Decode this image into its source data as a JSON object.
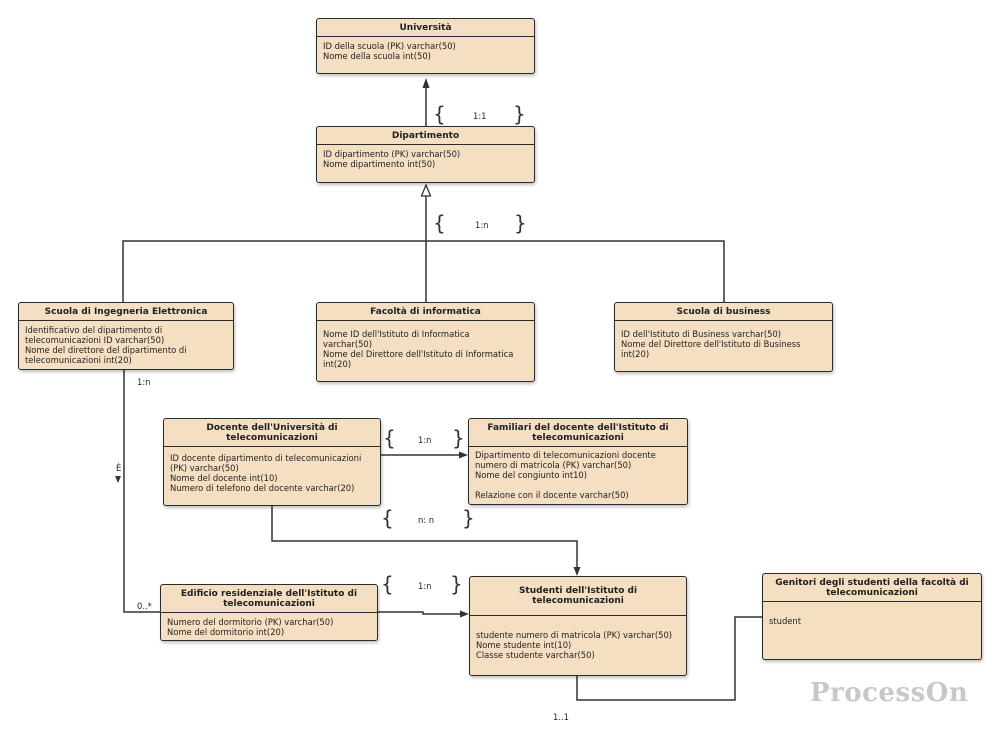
{
  "entities": {
    "universita": {
      "title": "Università",
      "attrs": [
        "ID della scuola (PK) varchar(50)",
        "Nome della scuola int(50)"
      ]
    },
    "dipartimento": {
      "title": "Dipartimento",
      "attrs": [
        "ID dipartimento (PK) varchar(50)",
        "Nome dipartimento int(50)"
      ]
    },
    "ingegneria": {
      "title": "Scuola di Ingegneria Elettronica",
      "attrs": [
        "Identificativo del dipartimento di",
        "telecomunicazioni ID varchar(50)",
        "Nome del direttore del dipartimento di",
        "telecomunicazioni int(20)"
      ]
    },
    "informatica": {
      "title": "Facoltà di informatica",
      "attrs": [
        "Nome ID dell'Istituto di Informatica",
        "varchar(50)",
        "Nome del Direttore dell'Istituto di Informatica",
        "int(20)"
      ]
    },
    "business": {
      "title": "Scuola di business",
      "attrs": [
        "ID dell'Istituto di Business varchar(50)",
        "Nome del Direttore dell'Istituto di Business",
        "int(20)"
      ]
    },
    "docente": {
      "title": [
        "Docente dell'Università di",
        "telecomunicazioni"
      ],
      "attrs": [
        "ID docente dipartimento di telecomunicazioni",
        "(PK) varchar(50)",
        "Nome del docente int(10)",
        "Numero di telefono del docente varchar(20)"
      ]
    },
    "familiari": {
      "title": [
        "Familiari del docente dell'Istituto di",
        "telecomunicazioni"
      ],
      "attrs": [
        "Dipartimento di telecomunicazioni docente",
        "numero di matricola (PK) varchar(50)",
        "Nome del congiunto int10)",
        "",
        "Relazione con il docente varchar(50)"
      ]
    },
    "edificio": {
      "title": [
        "Edificio residenziale dell'Istituto di",
        "telecomunicazioni"
      ],
      "attrs": [
        "Numero del dormitorio (PK) varchar(50)",
        "Nome del dormitorio int(20)"
      ]
    },
    "studenti": {
      "title": "Studenti dell'Istituto di telecomunicazioni",
      "attrs": [
        "",
        "studente numero di matricola (PK) varchar(50)",
        "Nome studente int(10)",
        "Classe studente varchar(50)"
      ]
    },
    "genitori": {
      "title": [
        "Genitori degli studenti della facoltà di",
        "telecomunicazioni"
      ],
      "attrs": [
        "",
        "student"
      ]
    }
  },
  "labels": {
    "rel_uni_dip": "1:1",
    "rel_dip_schools": "1:n",
    "rel_ing_mult": "1:n",
    "rel_ing_e": "È",
    "rel_ing_end": "0..*",
    "rel_doc_fam": "1:n",
    "rel_doc_stu": "n:  n",
    "rel_edi_stu": "1:n",
    "rel_gen_stu": "1..1"
  },
  "watermark": "ProcessOn"
}
